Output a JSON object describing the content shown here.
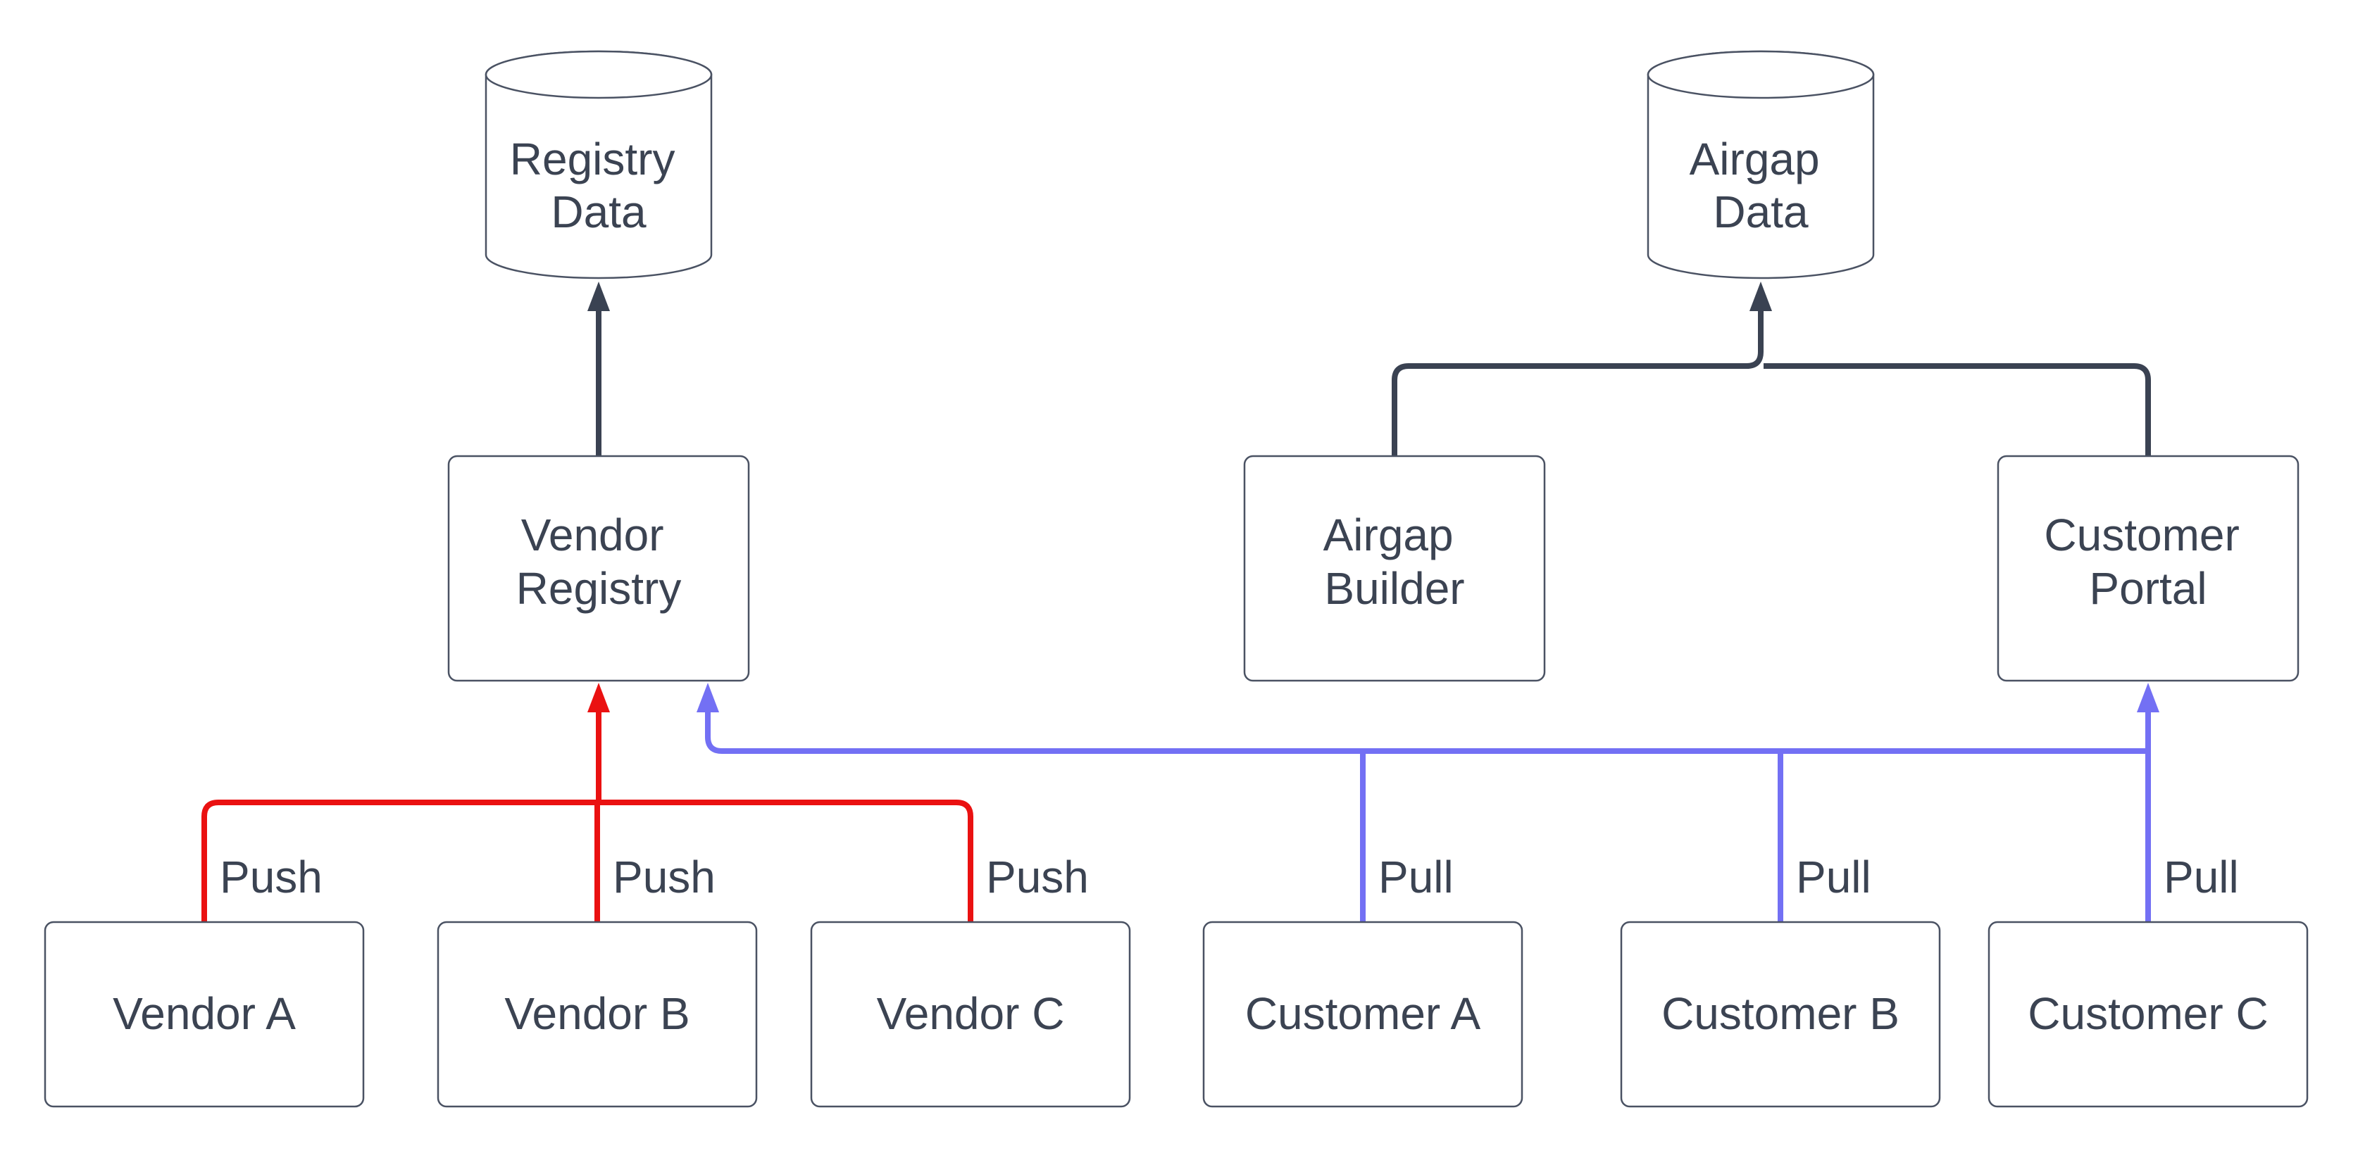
{
  "colors": {
    "background": "#ffffff",
    "flow": "#3a4252",
    "push": "#ea1111",
    "pull": "#7370f4",
    "node_border": "#4a5263",
    "text": "#3b4352"
  },
  "nodes": {
    "registry_data": {
      "shape": "database-cylinder",
      "line1": "Registry",
      "line2": "Data"
    },
    "airgap_data": {
      "shape": "database-cylinder",
      "line1": "Airgap",
      "line2": "Data"
    },
    "vendor_registry": {
      "shape": "rounded-box",
      "line1": "Vendor",
      "line2": "Registry"
    },
    "airgap_builder": {
      "shape": "rounded-box",
      "line1": "Airgap",
      "line2": "Builder"
    },
    "customer_portal": {
      "shape": "rounded-box",
      "line1": "Customer",
      "line2": "Portal"
    },
    "vendor_a": {
      "shape": "rounded-box",
      "label": "Vendor A"
    },
    "vendor_b": {
      "shape": "rounded-box",
      "label": "Vendor B"
    },
    "vendor_c": {
      "shape": "rounded-box",
      "label": "Vendor C"
    },
    "customer_a": {
      "shape": "rounded-box",
      "label": "Customer A"
    },
    "customer_b": {
      "shape": "rounded-box",
      "label": "Customer B"
    },
    "customer_c": {
      "shape": "rounded-box",
      "label": "Customer C"
    }
  },
  "edges": {
    "push_labels": [
      "Push",
      "Push",
      "Push"
    ],
    "pull_labels": [
      "Pull",
      "Pull",
      "Pull"
    ]
  }
}
